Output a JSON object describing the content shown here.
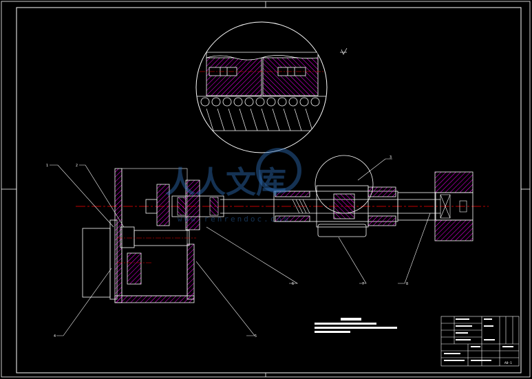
{
  "drawing": {
    "sheet_number": "A0-1",
    "callouts": [
      "1",
      "2",
      "3",
      "4",
      "5",
      "6",
      "7",
      "8"
    ]
  },
  "watermark": {
    "text": "人人文库",
    "subtitle": "www.renrendoc.com"
  },
  "colors": {
    "background": "#000000",
    "line": "#ffffff",
    "hatch": "#ff00ff",
    "centerline": "#ff0000",
    "watermark": "#2f6fb8"
  },
  "icons": [
    "surface-finish-icon"
  ]
}
